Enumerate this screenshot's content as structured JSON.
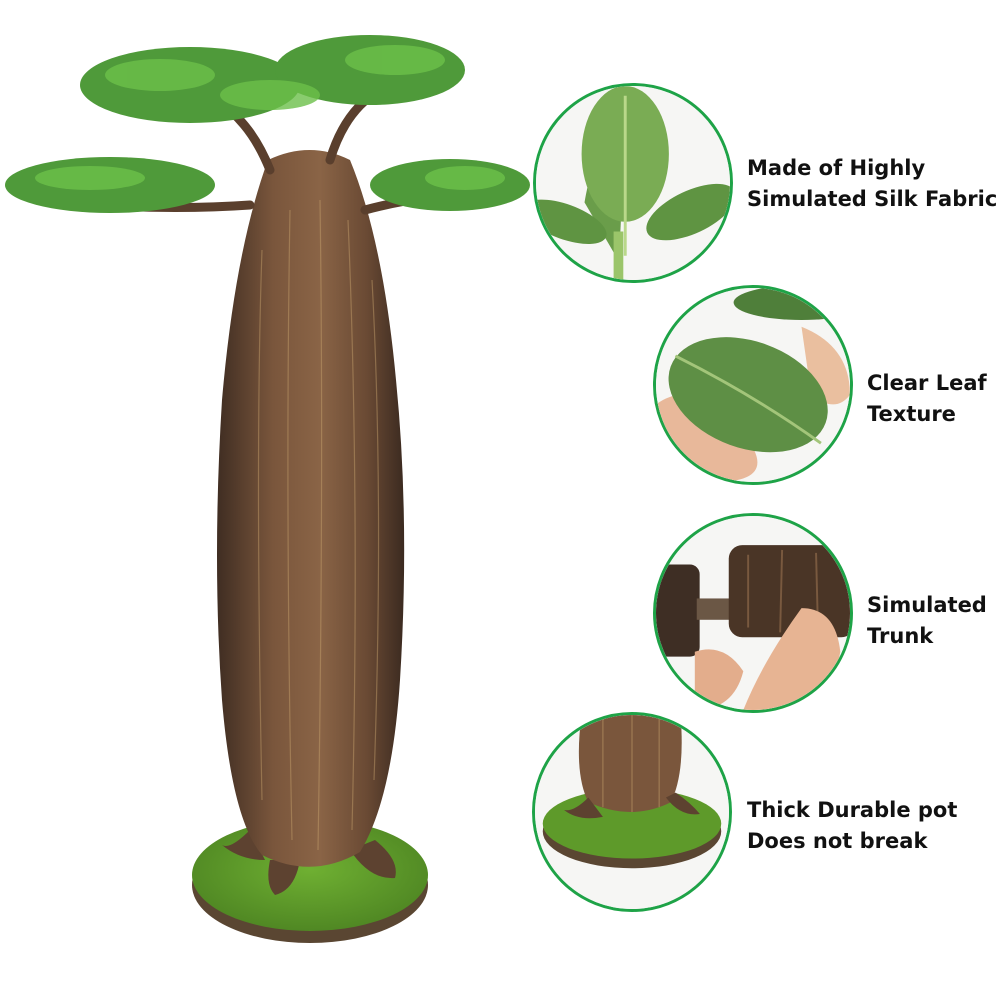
{
  "colors": {
    "circle_border": "#1ea347",
    "caption_text": "#111111",
    "trunk": "#6a4a34",
    "leaf": "#4f9a3a",
    "moss": "#5e9a2a"
  },
  "images": {
    "main": "artificial baobab tree on round moss base",
    "leaf_closeup": "silk fabric leaves close-up",
    "leaf_texture": "hand holding leaf showing texture",
    "trunk_joint": "hands fitting trunk sections together",
    "pot_base": "trunk base on moss pot"
  },
  "features": [
    {
      "line1": "Made of Highly",
      "line2": "Simulated Silk Fabric"
    },
    {
      "line1": "Clear Leaf",
      "line2": "Texture"
    },
    {
      "line1": "Simulated",
      "line2": "Trunk"
    },
    {
      "line1": "Thick Durable pot",
      "line2": "Does not break"
    }
  ]
}
